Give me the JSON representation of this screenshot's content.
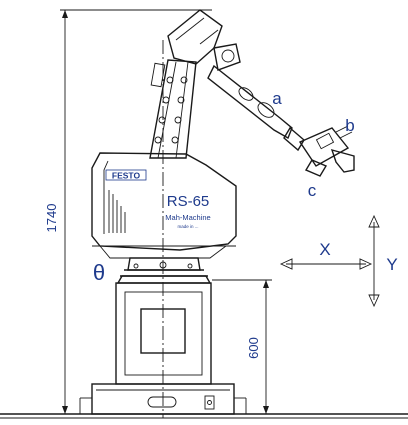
{
  "brand": "FESTO",
  "model": "RS-65",
  "subtitle": "Mah-Machine",
  "subtitle_small": "made in ...",
  "labels": {
    "a": "a",
    "b": "b",
    "c": "c",
    "theta": "θ",
    "x": "X",
    "y": "Y"
  },
  "dimensions": {
    "total_height": "1740",
    "base_height": "600"
  },
  "colors": {
    "accent": "#1e3a8c",
    "line": "#1a1a1a"
  }
}
